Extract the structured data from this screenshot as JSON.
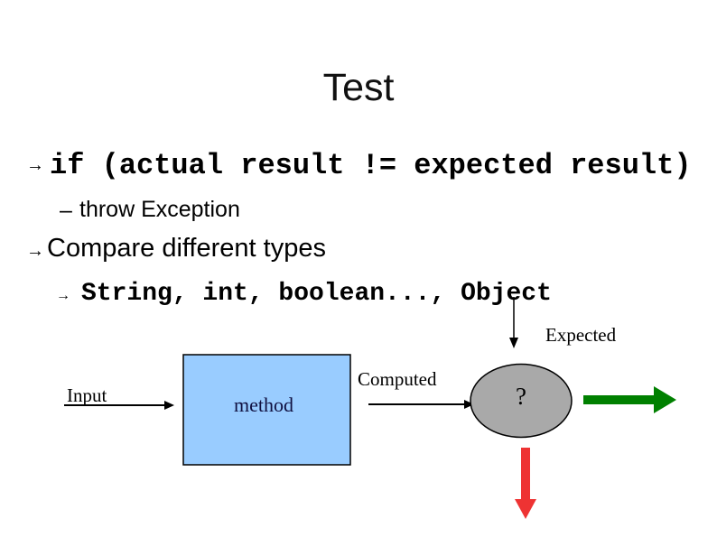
{
  "slide": {
    "title": "Test",
    "bullets": [
      {
        "marker": "→",
        "text": "if (actual result != expected result)"
      },
      {
        "marker": "–",
        "text": "throw Exception"
      },
      {
        "marker": "→",
        "text": "Compare different types"
      },
      {
        "marker": "→",
        "text": "String, int, boolean..., Object"
      }
    ]
  },
  "diagram": {
    "input_label": "Input",
    "method_label": "method",
    "computed_label": "Computed",
    "expected_label": "Expected",
    "comparator_label": "?",
    "colors": {
      "method_box_fill": "#99CCFF",
      "comparator_fill": "#A9A9A9",
      "pass_arrow": "#008000",
      "fail_arrow": "#EE3333",
      "line": "#000000"
    }
  }
}
